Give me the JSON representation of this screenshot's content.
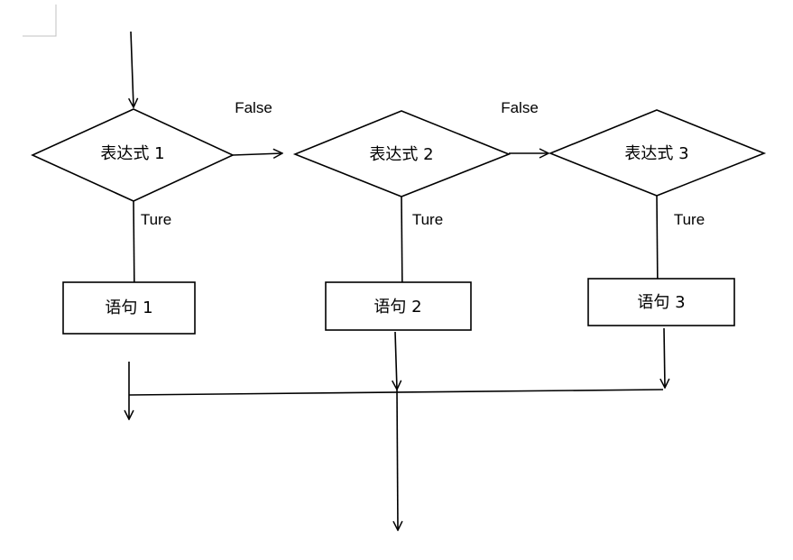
{
  "diagram": {
    "decisions": [
      {
        "label": "表达式 1"
      },
      {
        "label": "表达式 2"
      },
      {
        "label": "表达式 3"
      }
    ],
    "statements": [
      {
        "label": "语句 1"
      },
      {
        "label": "语句 2"
      },
      {
        "label": "语句 3"
      }
    ],
    "false_labels": [
      "False",
      "False"
    ],
    "true_labels": [
      "Ture",
      "Ture",
      "Ture"
    ]
  },
  "colors": {
    "stroke": "#000000",
    "background": "#ffffff",
    "page_corner_mark": "#c0c0c0"
  }
}
